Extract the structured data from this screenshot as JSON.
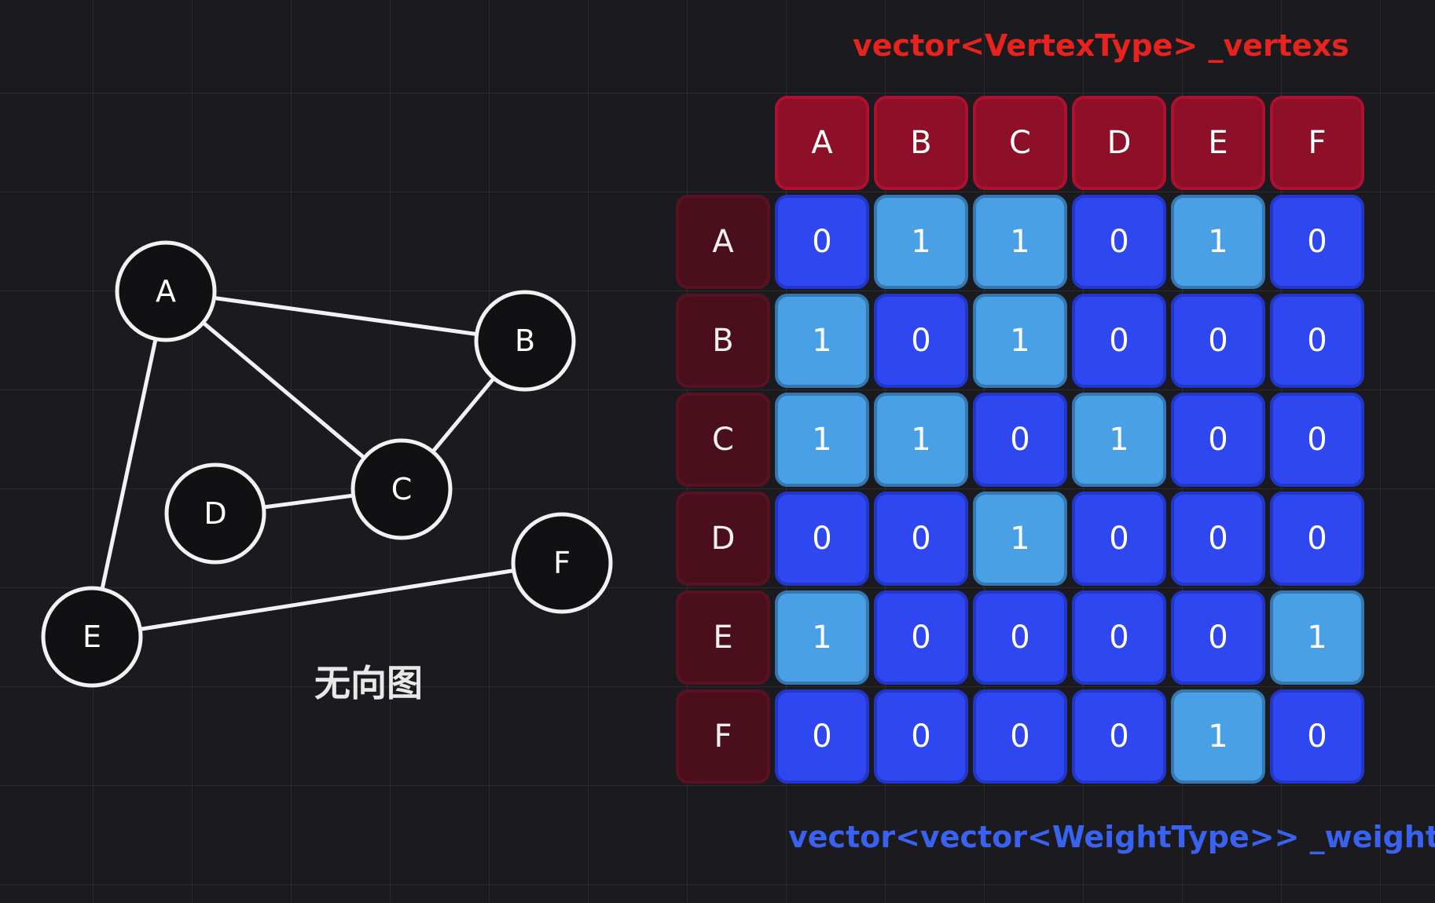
{
  "vertex_caption": "vector<VertexType> _vertexs",
  "weight_caption": "vector<vector<WeightType>> _weights",
  "graph_title": "无向图",
  "colors": {
    "vertex_caption": "#e8231d",
    "weight_caption": "#3a62f0",
    "header": "#8e0f28",
    "row_header": "#4a0e1c",
    "weight_zero": "#2f47f0",
    "weight_one": "#4aa0e4"
  },
  "vertices": [
    "A",
    "B",
    "C",
    "D",
    "E",
    "F"
  ],
  "weights": [
    [
      0,
      1,
      1,
      0,
      1,
      0
    ],
    [
      1,
      0,
      1,
      0,
      0,
      0
    ],
    [
      1,
      1,
      0,
      1,
      0,
      0
    ],
    [
      0,
      0,
      1,
      0,
      0,
      0
    ],
    [
      1,
      0,
      0,
      0,
      0,
      1
    ],
    [
      0,
      0,
      0,
      0,
      1,
      0
    ]
  ],
  "edges": [
    [
      "A",
      "B"
    ],
    [
      "A",
      "C"
    ],
    [
      "A",
      "E"
    ],
    [
      "B",
      "C"
    ],
    [
      "C",
      "D"
    ],
    [
      "E",
      "F"
    ]
  ]
}
